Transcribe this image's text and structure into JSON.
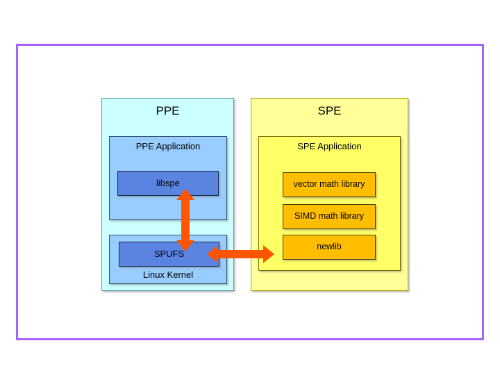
{
  "diagram": {
    "title_visible": false,
    "background_color": "#ffffff",
    "frame_color": "#a663f7",
    "arrow_color": "#ff5500",
    "ppe": {
      "label": "PPE",
      "fill": "#ccffff",
      "application": {
        "label": "PPE Application",
        "fill": "#99ccff",
        "components": [
          {
            "label": "libspe",
            "fill": "#5b83e0"
          }
        ]
      },
      "kernel": {
        "label": "Linux Kernel",
        "fill": "#99ccff",
        "components": [
          {
            "label": "SPUFS",
            "fill": "#5b83e0"
          }
        ]
      }
    },
    "spe": {
      "label": "SPE",
      "fill": "#ffff99",
      "application": {
        "label": "SPE Application",
        "fill": "#ffff66",
        "components": [
          {
            "label": "vector math library",
            "fill": "#ffbf00"
          },
          {
            "label": "SIMD math library",
            "fill": "#ffbf00"
          },
          {
            "label": "newlib",
            "fill": "#ffbf00"
          }
        ]
      }
    },
    "connectors": [
      {
        "name": "libspe-spufs-link",
        "orientation": "vertical",
        "direction": "bidirectional",
        "from": "libspe",
        "to": "SPUFS"
      },
      {
        "name": "spufs-spe-link",
        "orientation": "horizontal",
        "direction": "bidirectional",
        "from": "SPUFS",
        "to": "SPE Application"
      }
    ]
  }
}
